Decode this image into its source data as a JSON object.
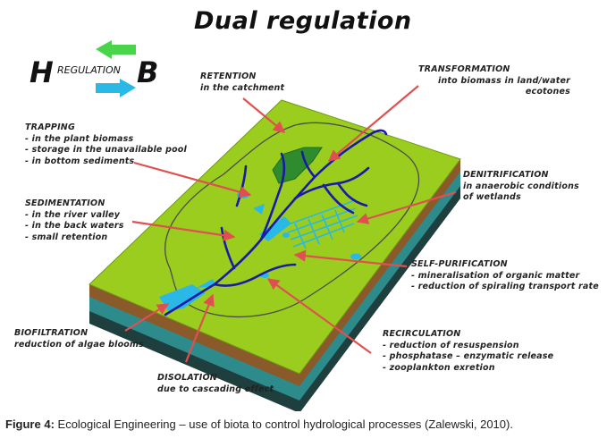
{
  "title": "Dual regulation",
  "hb_logo": {
    "left": "H",
    "middle": "REGULATION",
    "right": "B"
  },
  "labels": {
    "retention": {
      "head": "RETENTION",
      "lines": [
        "in the catchment"
      ]
    },
    "transformation": {
      "head": "TRANSFORMATION",
      "lines": [
        "into biomass in land/water",
        "ecotones"
      ]
    },
    "trapping": {
      "head": "TRAPPING",
      "lines": [
        "- in the plant biomass",
        "- storage in the unavailable pool",
        "- in bottom sediments"
      ]
    },
    "denitrification": {
      "head": "DENITRIFICATION",
      "lines": [
        "in anaerobic conditions",
        "of wetlands"
      ]
    },
    "sedimentation": {
      "head": "SEDIMENTATION",
      "lines": [
        "- in the river valley",
        "- in the back waters",
        "- small retention"
      ]
    },
    "self_purification": {
      "head": "SELF-PURIFICATION",
      "lines": [
        "- mineralisation of organic matter",
        "- reduction of spiraling transport rate"
      ]
    },
    "biofiltration": {
      "head": "BIOFILTRATION",
      "lines": [
        "reduction of algae blooms"
      ]
    },
    "recirculation": {
      "head": "RECIRCULATION",
      "lines": [
        "- reduction of resuspension",
        "- phosphatase – enzymatic release",
        "- zooplankton exretion"
      ]
    },
    "disolation": {
      "head": "DISOLATION",
      "lines": [
        "due to cascading effect"
      ]
    }
  },
  "caption": {
    "bold": "Figure 4:",
    "text": " Ecological Engineering – use of biota to control hydrological processes (Zalewski, 2010)."
  },
  "colors": {
    "land": "#9acd1e",
    "soil_brown": "#8b5a2b",
    "soil_teal": "#2e8b8b",
    "soil_dark": "#1f3f3f",
    "river": "#1a1aa8",
    "water": "#2ab8e6",
    "forest": "#2e8b2e",
    "arrow": "#e05050"
  }
}
